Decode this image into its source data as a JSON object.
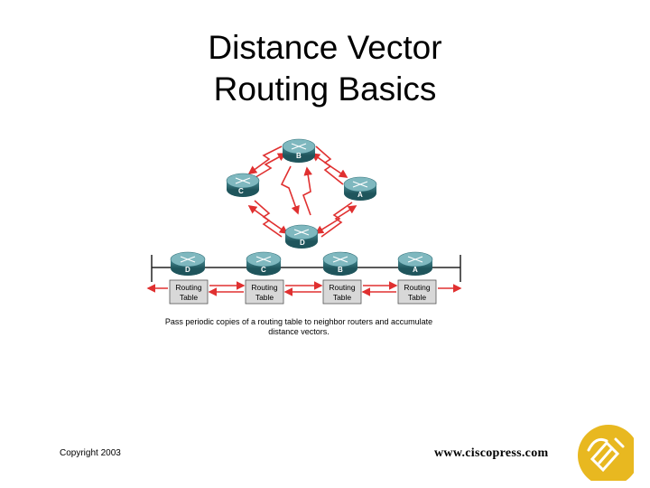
{
  "slide": {
    "title_line1": "Distance Vector",
    "title_line2": "Routing Basics",
    "copyright": "Copyright 2003",
    "url": "www.ciscopress.com"
  },
  "diagram": {
    "top_routers": [
      {
        "id": "router-b",
        "label": "B"
      },
      {
        "id": "router-c",
        "label": "C"
      },
      {
        "id": "router-a",
        "label": "A"
      },
      {
        "id": "router-d",
        "label": "D"
      }
    ],
    "chain_routers": [
      {
        "label": "D",
        "table": [
          "Routing",
          "Table"
        ]
      },
      {
        "label": "C",
        "table": [
          "Routing",
          "Table"
        ]
      },
      {
        "label": "B",
        "table": [
          "Routing",
          "Table"
        ]
      },
      {
        "label": "A",
        "table": [
          "Routing",
          "Table"
        ]
      }
    ],
    "caption_line1": "Pass periodic copies of a routing table to neighbor routers and accumulate",
    "caption_line2": "distance vectors."
  },
  "colors": {
    "router": "#2f6f78",
    "router_top": "#5fa0a8",
    "arrow": "#e03030",
    "logo": "#e8b820"
  }
}
